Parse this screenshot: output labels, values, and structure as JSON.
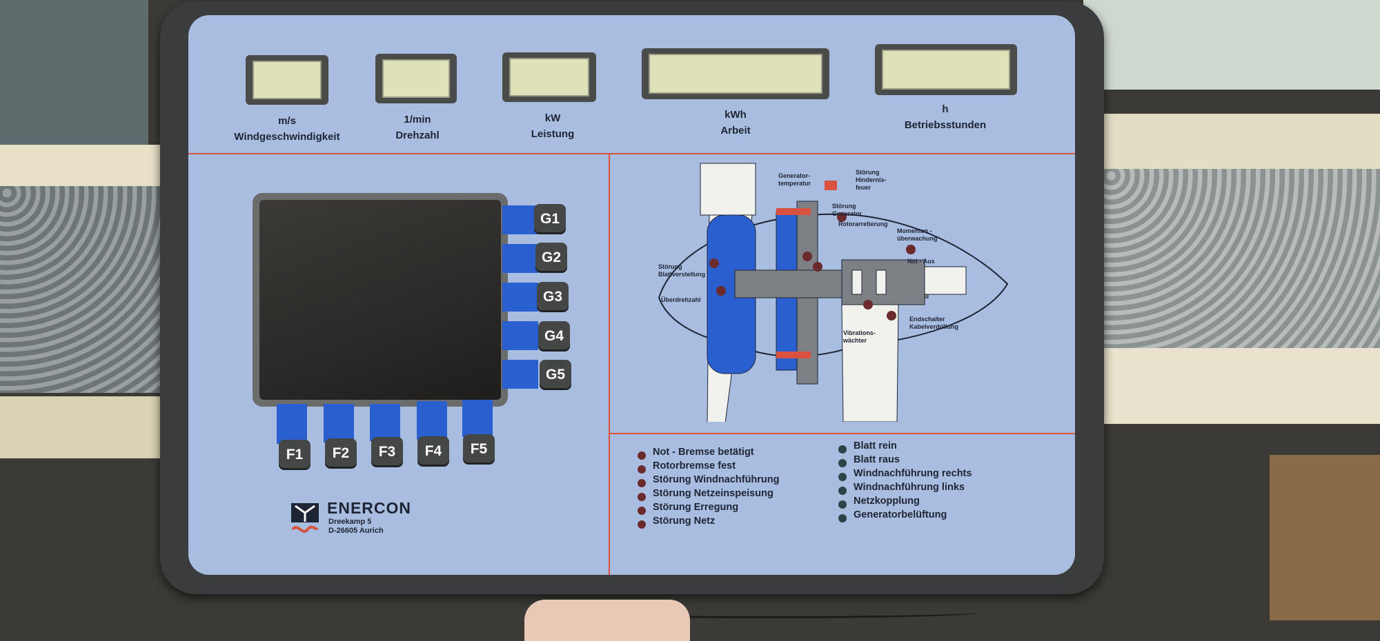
{
  "displays": [
    {
      "unit": "m/s",
      "name": "Windgeschwindigkeit"
    },
    {
      "unit": "1/min",
      "name": "Drehzahl"
    },
    {
      "unit": "kW",
      "name": "Leistung"
    },
    {
      "unit": "kWh",
      "name": "Arbeit"
    },
    {
      "unit": "h",
      "name": "Betriebsstunden"
    }
  ],
  "g_keys": [
    "G1",
    "G2",
    "G3",
    "G4",
    "G5"
  ],
  "f_keys": [
    "F1",
    "F2",
    "F3",
    "F4",
    "F5"
  ],
  "diagram_labels": {
    "gen_temp": "Generator-\ntemperatur",
    "hindernis": "Störung\nHindernis-\nfeuer",
    "stoerung_gen": "Störung\nGenerator",
    "rotorarretierung": "Rotorarretierung",
    "momenten": "Momenten -\nüberwachung",
    "blattverstellung": "Störung\nBlattverstellung",
    "notaus": "Not - Aus",
    "ueberdrehzahl": "Überdrehzahl",
    "endschalter": "Endschalter\nKabelverdrillung",
    "vibration": "Vibrations-\nwächter"
  },
  "status_left": [
    "Not - Bremse betätigt",
    "Rotorbremse fest",
    "Störung Windnachführung",
    "Störung Netzeinspeisung",
    "Störung Erregung",
    "Störung Netz"
  ],
  "status_right": [
    "Blatt rein",
    "Blatt raus",
    "Windnachführung rechts",
    "Windnachführung links",
    "Netzkopplung",
    "Generatorbelüftung"
  ],
  "brand": {
    "name": "ENERCON",
    "address_line1": "Dreekamp 5",
    "address_line2": "D-26605 Aurich"
  },
  "colors": {
    "panel_face": "#a9bde0",
    "key_strip": "#2a5fd0",
    "divider": "#d9523f",
    "led_fault": "#6b2a2c",
    "led_status": "#2b4247"
  }
}
